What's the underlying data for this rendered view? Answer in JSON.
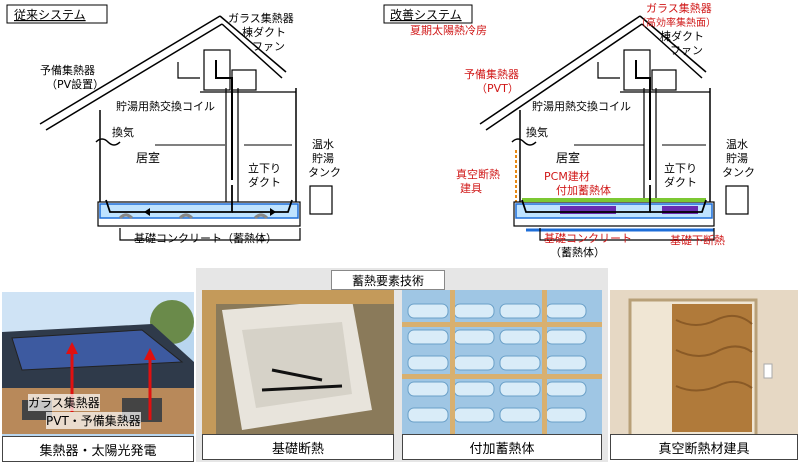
{
  "left_diagram": {
    "title": "従来システム",
    "labels": {
      "glass_collector": "ガラス集熱器",
      "ridge_duct": "棟ダクト",
      "fan": "ファン",
      "spare_collector": "予備集熱器",
      "spare_collector_sub": "（PV設置）",
      "hot_water_coil": "貯湯用熱交換コイル",
      "ventilation": "換気",
      "living_room": "居室",
      "down_duct_1": "立下り",
      "down_duct_2": "ダクト",
      "hot_water_1": "温水",
      "hot_water_2": "貯湯",
      "hot_water_3": "タンク",
      "foundation": "基礎コンクリート（蓄熱体）"
    }
  },
  "right_diagram": {
    "title": "改善システム",
    "labels": {
      "summer_cooling": "夏期太陽熱冷房",
      "glass_collector": "ガラス集熱器",
      "glass_collector_sub": "（高効率集熱面）",
      "ridge_duct": "棟ダクト",
      "fan": "ファン",
      "spare_collector": "予備集熱器",
      "spare_collector_sub": "（PVT）",
      "hot_water_coil": "貯湯用熱交換コイル",
      "ventilation": "換気",
      "vacuum_1": "真空断熱",
      "vacuum_2": "建具",
      "living_room": "居室",
      "pcm": "PCM建材",
      "added_storage": "付加蓄熱体",
      "down_duct_1": "立下り",
      "down_duct_2": "ダクト",
      "hot_water_1": "温水",
      "hot_water_2": "貯湯",
      "hot_water_3": "タンク",
      "foundation_1": "基礎コンクリート",
      "foundation_2": "（蓄熱体）",
      "foundation_insulation": "基礎下断熱"
    }
  },
  "tech_group_title": "蓄熱要素技術",
  "photos": [
    {
      "caption": "集熱器・太陽光発電",
      "overlay_1": "ガラス集熱器",
      "overlay_2": "PVT・予備集熱器"
    },
    {
      "caption": "基礎断熱"
    },
    {
      "caption": "付加蓄熱体"
    },
    {
      "caption": "真空断熱材建具"
    }
  ],
  "colors": {
    "red": "#d01818",
    "blue": "#1e6ed8",
    "green": "#7cc832",
    "purple": "#6a2bb0",
    "orange": "#e88a14"
  }
}
